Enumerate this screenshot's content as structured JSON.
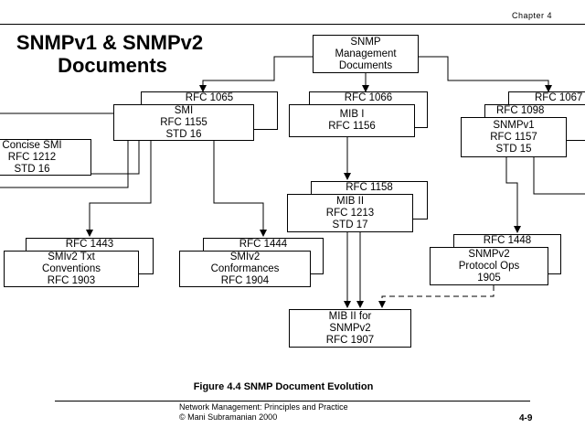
{
  "header": {
    "chapter": "Chapter 4"
  },
  "title": {
    "line1": "SNMPv1 & SNMPv2",
    "line2": "Documents"
  },
  "diagram": {
    "root": [
      "SNMP",
      "Management",
      "Documents"
    ],
    "rfc1065": "RFC 1065",
    "smi": [
      "SMI",
      "RFC 1155",
      "STD 16"
    ],
    "concise": [
      "Concise SMI",
      "RFC 1212",
      "STD 16"
    ],
    "rfc1066": "RFC 1066",
    "mib1": [
      "MIB I",
      "RFC 1156"
    ],
    "rfc10xx": "RFC 1067",
    "rfc1098": "RFC 1098",
    "snmpv1": [
      "SNMPv1",
      "RFC 1157",
      "STD 15"
    ],
    "rfc1158": "RFC 1158",
    "mib2": [
      "MIB II",
      "RFC 1213",
      "STD 17"
    ],
    "rfc1443": "RFC 1443",
    "smiv2txt": [
      "SMIv2 Txt",
      "Conventions",
      "RFC 1903"
    ],
    "rfc1444": "RFC 1444",
    "smiv2conf": [
      "SMIv2",
      "Conformances",
      "RFC 1904"
    ],
    "rfc1448": "RFC 1448",
    "snmpv2ops": [
      "SNMPv2",
      "Protocol Ops",
      "1905"
    ],
    "mib2v2": [
      "MIB II for",
      "SNMPv2",
      "RFC 1907"
    ]
  },
  "caption": "Figure 4.4 SNMP Document Evolution",
  "footer": {
    "line1": "Network Management: Principles and Practice",
    "line2": "©  Mani Subramanian 2000",
    "page": "4-9"
  }
}
